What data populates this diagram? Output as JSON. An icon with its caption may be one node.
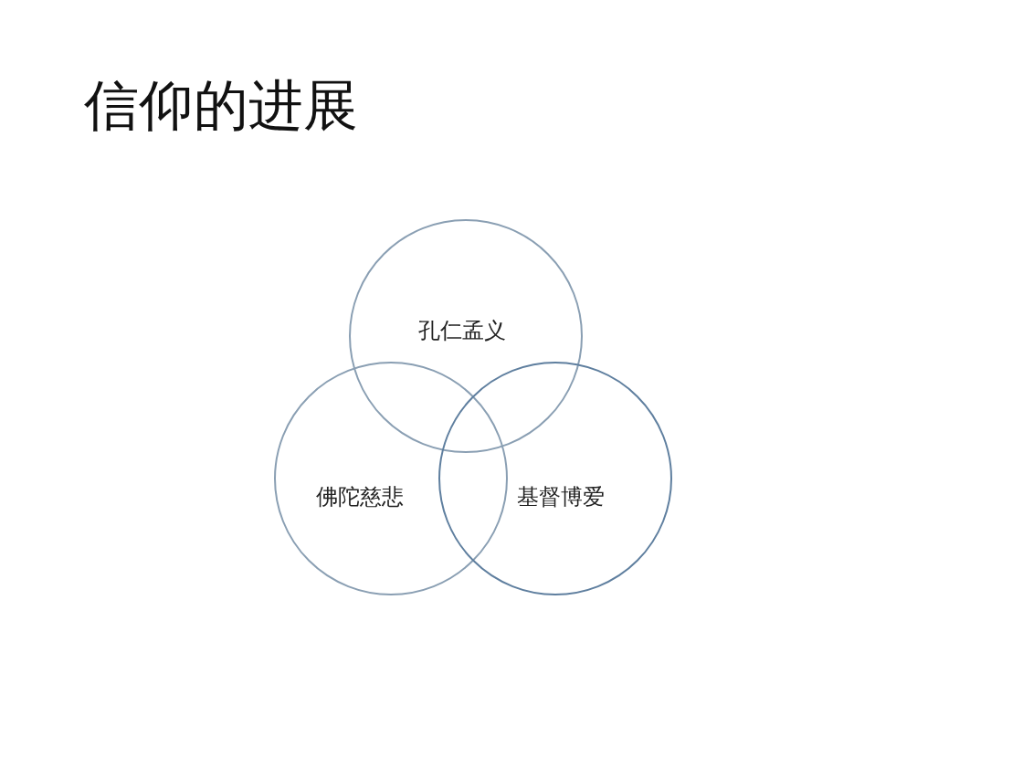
{
  "diagram": {
    "title": "信仰的进展",
    "nodes": [
      {
        "text": [
          "孔仁孟义"
        ]
      },
      {
        "text": [
          "佛陀慈悲"
        ]
      },
      {
        "text": [
          "基督博爱"
        ]
      }
    ]
  }
}
